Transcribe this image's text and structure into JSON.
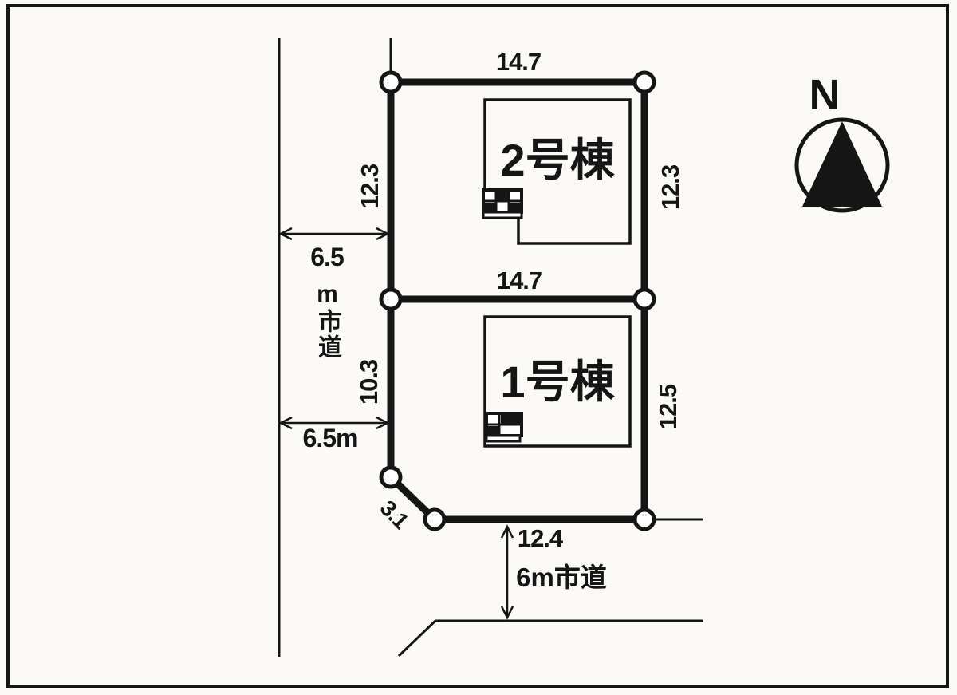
{
  "compass": {
    "north": "N"
  },
  "lots": {
    "building2": {
      "label": "2号棟"
    },
    "building1": {
      "label": "1号棟"
    }
  },
  "dimensions": {
    "north_width": "14.7",
    "middle_width": "14.7",
    "west_upper_depth": "12.3",
    "east_upper_depth": "12.3",
    "west_lower_depth": "10.3",
    "east_lower_depth": "12.5",
    "chamfer_length": "3.1",
    "south_width": "12.4"
  },
  "roads": {
    "west_road_width": "6.5",
    "west_road_name_vertical": "m市道",
    "west_road_width_lower": "6.5m",
    "south_road_name": "6m市道"
  },
  "colors": {
    "ink": "#151515",
    "paper": "#fbfaf7"
  }
}
